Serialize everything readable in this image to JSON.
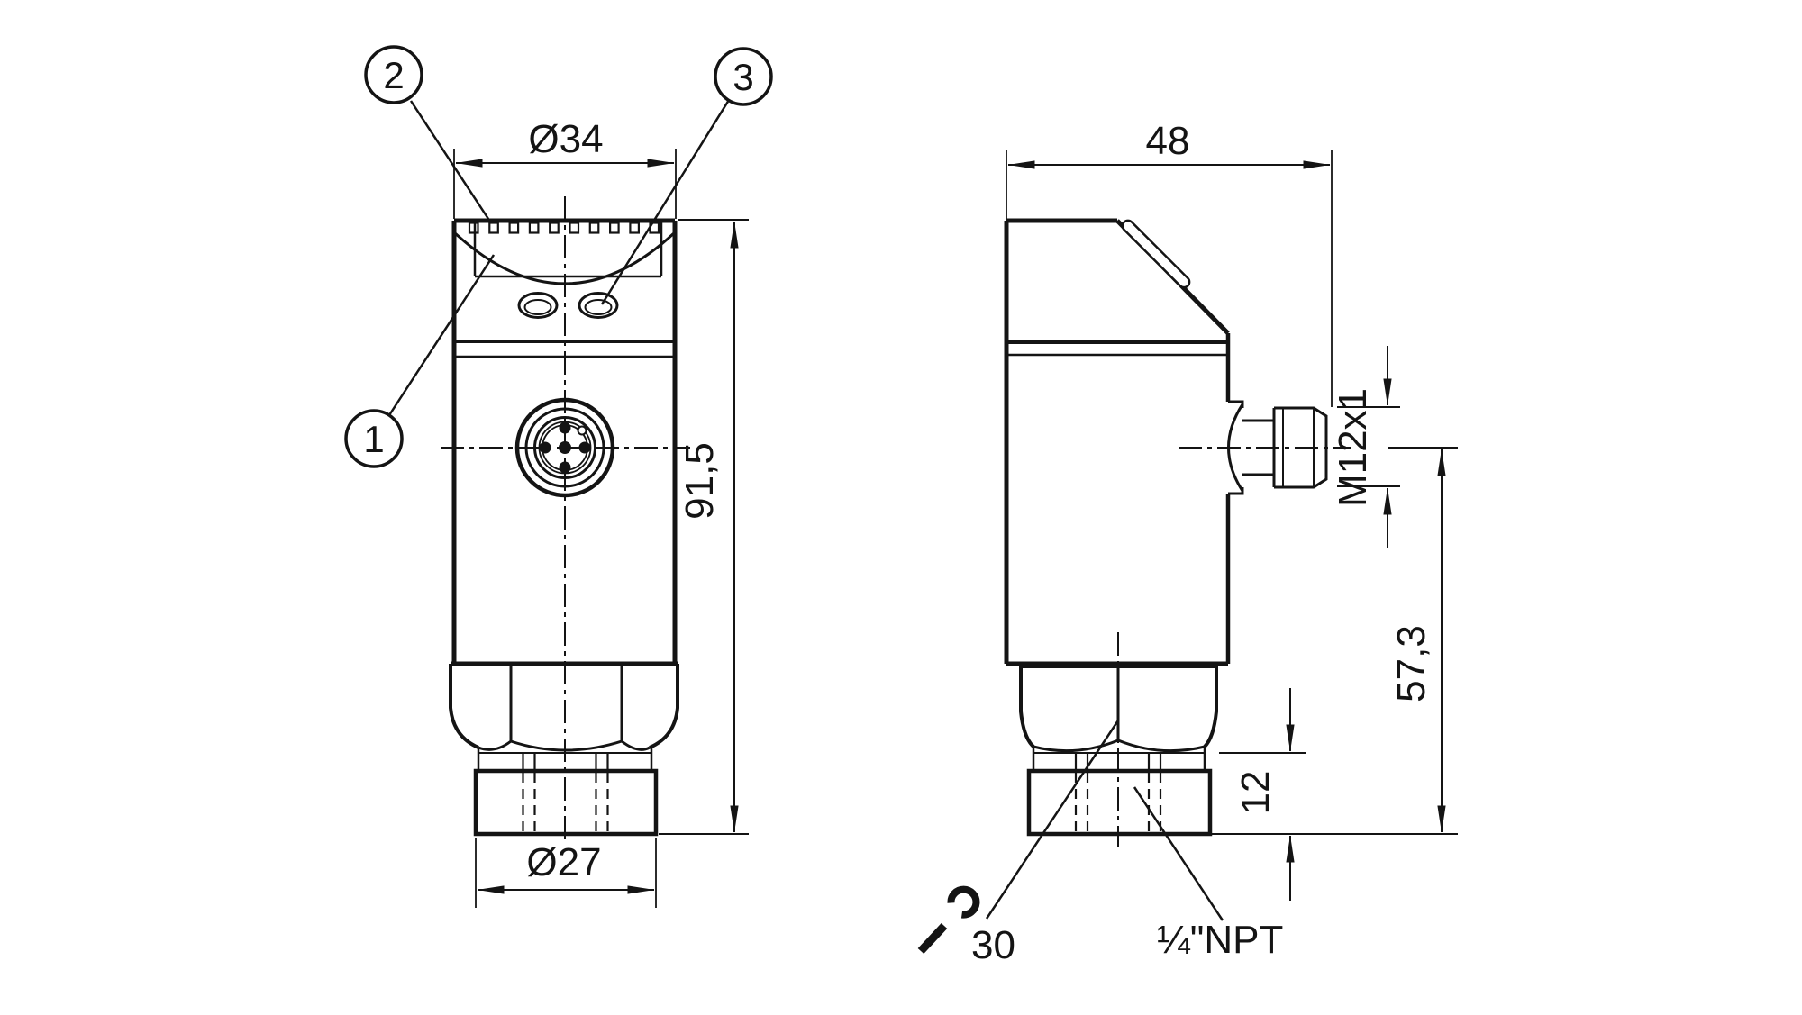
{
  "meta": {
    "drawing_type": "Dimensional drawing - pressure sensor with display and M12 connector",
    "background_color": "#ffffff",
    "line_color": "#141414"
  },
  "callouts": {
    "one": "1",
    "two": "2",
    "three": "3"
  },
  "front_view": {
    "head_diameter": "Ø34",
    "overall_height": "91,5",
    "port_diameter": "Ø27"
  },
  "side_view": {
    "housing_depth": "48",
    "connector_thread": "M12x1",
    "height_below_connector": "57,3",
    "port_length": "12",
    "wrench_size": "30",
    "process_thread": "¼\"NPT"
  }
}
